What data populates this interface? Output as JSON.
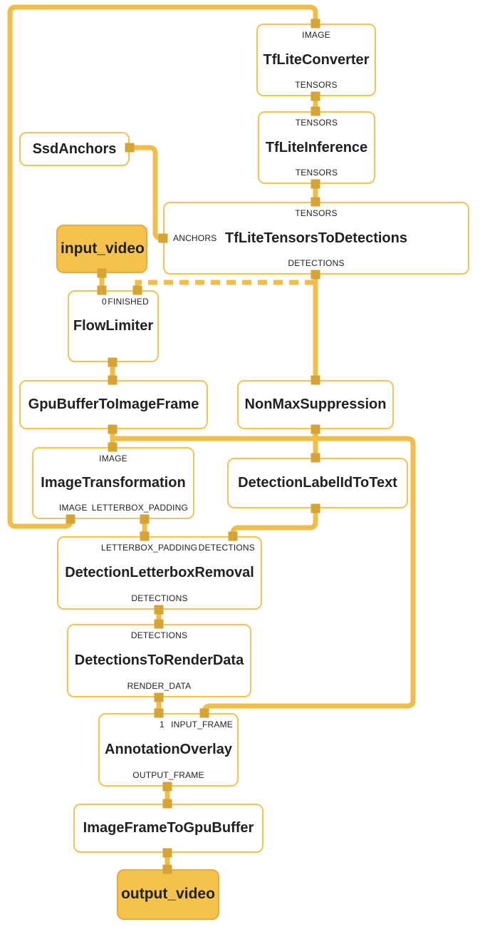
{
  "diagram": {
    "kind": "dataflow-graph",
    "colors": {
      "edge": "#F2BC45",
      "port": "#D6A334",
      "node_border": "#F6C254",
      "node_fill": "#FFFFFF",
      "stream_node_fill": "#F5C24B",
      "stream_node_border": "#EDA83E",
      "text": "#212121",
      "background": "#FFFFFF"
    },
    "nodes": {
      "tflite_converter": {
        "title": "TfLiteConverter",
        "input_top": "IMAGE",
        "output_bottom": "TENSORS"
      },
      "tflite_inference": {
        "title": "TfLiteInference",
        "input_top": "TENSORS",
        "output_bottom": "TENSORS"
      },
      "ssd_anchors": {
        "title": "SsdAnchors"
      },
      "tflite_tensors_to_detections": {
        "title": "TfLiteTensorsToDetections",
        "input_top": "TENSORS",
        "input_left": "ANCHORS",
        "output_bottom": "DETECTIONS"
      },
      "input_video": {
        "title": "input_video"
      },
      "flow_limiter": {
        "title": "FlowLimiter",
        "input_top_0": "0",
        "input_top_finished": "FINISHED"
      },
      "gpu_buffer_to_image_frame": {
        "title": "GpuBufferToImageFrame"
      },
      "non_max_suppression": {
        "title": "NonMaxSuppression"
      },
      "image_transformation": {
        "title": "ImageTransformation",
        "input_top": "IMAGE",
        "output_bottom_image": "IMAGE",
        "output_bottom_letterbox": "LETTERBOX_PADDING"
      },
      "detection_label_id_to_text": {
        "title": "DetectionLabelIdToText"
      },
      "detection_letterbox_removal": {
        "title": "DetectionLetterboxRemoval",
        "input_top_letterbox": "LETTERBOX_PADDING",
        "input_top_detections": "DETECTIONS",
        "output_bottom": "DETECTIONS"
      },
      "detections_to_render_data": {
        "title": "DetectionsToRenderData",
        "input_top": "DETECTIONS",
        "output_bottom": "RENDER_DATA"
      },
      "annotation_overlay": {
        "title": "AnnotationOverlay",
        "input_top_1": "1",
        "input_top_frame": "INPUT_FRAME",
        "output_bottom": "OUTPUT_FRAME"
      },
      "image_frame_to_gpu_buffer": {
        "title": "ImageFrameToGpuBuffer"
      },
      "output_video": {
        "title": "output_video"
      }
    },
    "edges": [
      {
        "from": "image_transformation.IMAGE",
        "to": "tflite_converter.IMAGE",
        "style": "solid"
      },
      {
        "from": "tflite_converter.TENSORS",
        "to": "tflite_inference.TENSORS",
        "style": "solid"
      },
      {
        "from": "tflite_inference.TENSORS",
        "to": "tflite_tensors_to_detections.TENSORS",
        "style": "solid"
      },
      {
        "from": "ssd_anchors",
        "to": "tflite_tensors_to_detections.ANCHORS",
        "style": "solid"
      },
      {
        "from": "input_video",
        "to": "flow_limiter.0",
        "style": "solid"
      },
      {
        "from": "tflite_tensors_to_detections.DETECTIONS",
        "to": "flow_limiter.FINISHED",
        "style": "dashed"
      },
      {
        "from": "tflite_tensors_to_detections.DETECTIONS",
        "to": "non_max_suppression",
        "style": "solid"
      },
      {
        "from": "flow_limiter",
        "to": "gpu_buffer_to_image_frame",
        "style": "solid"
      },
      {
        "from": "gpu_buffer_to_image_frame",
        "to": "image_transformation.IMAGE",
        "style": "solid"
      },
      {
        "from": "gpu_buffer_to_image_frame",
        "to": "annotation_overlay.INPUT_FRAME",
        "style": "solid"
      },
      {
        "from": "non_max_suppression",
        "to": "detection_label_id_to_text",
        "style": "solid"
      },
      {
        "from": "detection_label_id_to_text",
        "to": "detection_letterbox_removal.DETECTIONS",
        "style": "solid"
      },
      {
        "from": "image_transformation.LETTERBOX_PADDING",
        "to": "detection_letterbox_removal.LETTERBOX_PADDING",
        "style": "solid"
      },
      {
        "from": "detection_letterbox_removal.DETECTIONS",
        "to": "detections_to_render_data.DETECTIONS",
        "style": "solid"
      },
      {
        "from": "detections_to_render_data.RENDER_DATA",
        "to": "annotation_overlay.1",
        "style": "solid"
      },
      {
        "from": "annotation_overlay.OUTPUT_FRAME",
        "to": "image_frame_to_gpu_buffer",
        "style": "solid"
      },
      {
        "from": "image_frame_to_gpu_buffer",
        "to": "output_video",
        "style": "solid"
      }
    ]
  }
}
